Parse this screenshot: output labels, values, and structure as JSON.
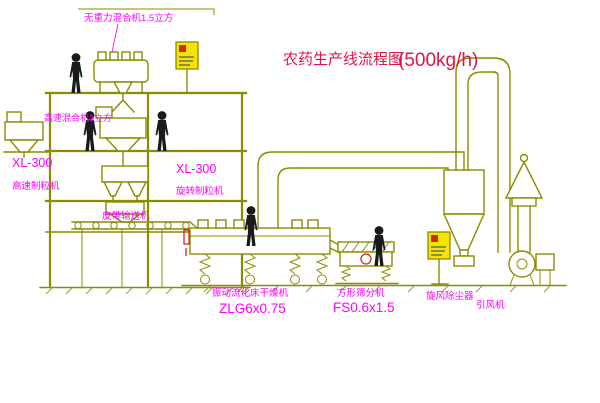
{
  "title": {
    "main": "农药生产线流程图",
    "capacity": "(500kg/h)"
  },
  "labels": {
    "top_mixer": "无重力混合机1.5立方",
    "high_speed_mixer": "高速混合机3立方",
    "left_granulator_model": "XL-300",
    "left_granulator_name": "高速制粒机",
    "rotary_granulator_model": "XL-300",
    "rotary_granulator_name": "旋转制粒机",
    "belt_conveyor": "皮带输送机",
    "fluid_bed_dryer": "振动流化床干燥机",
    "fluid_bed_dryer_model": "ZLG6x0.75",
    "square_sieve": "方形筛分机",
    "square_sieve_model": "FS0.6x1.5",
    "cyclone": "旋风除尘器",
    "fan": "引风机"
  },
  "colors": {
    "line": "#8C8C00",
    "label": "#FF00FF",
    "title": "#E01543",
    "panel_fill": "#F5E400",
    "alert_red": "#CC2B20",
    "figure": "#1A1A1A",
    "background": "#FFFFFF"
  }
}
